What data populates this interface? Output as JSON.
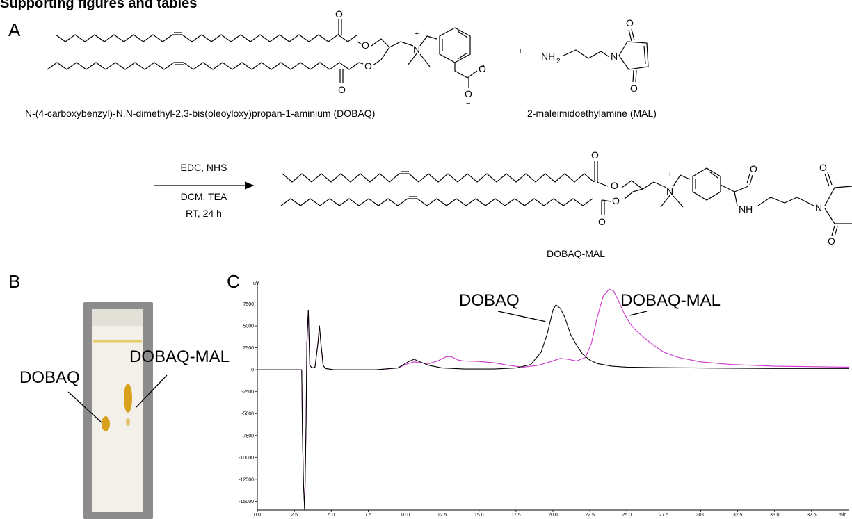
{
  "heading": "Supporting figures and tables",
  "panels": {
    "a": "A",
    "b": "B",
    "c": "C"
  },
  "scheme": {
    "reactant1_name": "N-(4-carboxybenzyl)-N,N-dimethyl-2,3-bis(oleoyloxy)propan-1-aminium (DOBAQ)",
    "reactant2_name": "2-maleimidoethylamine (MAL)",
    "plus": "+",
    "conditions": [
      "EDC, NHS",
      "DCM, TEA",
      "RT, 24 h"
    ],
    "product_name": "DOBAQ-MAL",
    "atoms": {
      "O": "O",
      "N": "N",
      "NH": "NH",
      "NH2": "NH",
      "sub2": "2",
      "plus": "+",
      "minus": "−"
    }
  },
  "tlc": {
    "labels": [
      "DOBAQ",
      "DOBAQ-MAL"
    ],
    "spot_color": "#d8a21c",
    "plate_color": "#f2f0e9",
    "frame_color": "#8c8c8c"
  },
  "chromatogram": {
    "y_unit": "uV",
    "x_unit": "min",
    "labels": [
      "DOBAQ",
      "DOBAQ-MAL"
    ],
    "colors": {
      "black_trace": "#000000",
      "magenta_trace": "#cc33cc",
      "axis": "#000000"
    }
  },
  "chart_data": {
    "type": "line",
    "xlim": [
      0,
      40
    ],
    "ylim": [
      -16000,
      10000
    ],
    "x_ticks": [
      0,
      2.5,
      5,
      7.5,
      10,
      12.5,
      15,
      17.5,
      20,
      22.5,
      25,
      27.5,
      30,
      32.5,
      35,
      37.5
    ],
    "x_tick_labels": [
      "0.0",
      "2.5",
      "5.0",
      "7.5",
      "10.0",
      "12.5",
      "15.0",
      "17.5",
      "20.0",
      "22.5",
      "25.0",
      "27.5",
      "30.0",
      "32.5",
      "35.0",
      "37.5"
    ],
    "y_ticks": [
      7500,
      5000,
      2500,
      0,
      -2500,
      -5000,
      -7500,
      -10000,
      -12500,
      -15000
    ],
    "y_tick_labels": [
      "7500",
      "5000",
      "2500",
      "0",
      "-2500",
      "-5000",
      "-7500",
      "-10000",
      "-12500",
      "-15000"
    ],
    "series": [
      {
        "name": "DOBAQ",
        "color": "#000000",
        "x": [
          0,
          3.0,
          3.05,
          3.12,
          3.2,
          3.3,
          3.35,
          3.45,
          3.55,
          3.7,
          3.9,
          4.1,
          4.2,
          4.3,
          4.45,
          4.6,
          4.8,
          5.2,
          6,
          8,
          9.5,
          10.2,
          10.6,
          11.0,
          11.6,
          12.5,
          14,
          16,
          17.5,
          18.5,
          19.2,
          19.6,
          20.0,
          20.2,
          20.5,
          20.8,
          21.2,
          21.6,
          22.0,
          22.5,
          23,
          24,
          25,
          27,
          30,
          35,
          40
        ],
        "y": [
          0,
          0,
          -7000,
          -13000,
          -16000,
          -6000,
          3000,
          6800,
          500,
          200,
          300,
          3000,
          5000,
          3000,
          500,
          150,
          100,
          0,
          0,
          0,
          200,
          900,
          1200,
          900,
          500,
          200,
          80,
          80,
          200,
          600,
          2000,
          4000,
          6800,
          7400,
          7000,
          6000,
          4000,
          2800,
          1800,
          1100,
          700,
          400,
          300,
          250,
          200,
          150,
          150
        ]
      },
      {
        "name": "DOBAQ-MAL",
        "color": "#cc33cc",
        "x": [
          0,
          3.0,
          3.05,
          3.12,
          3.2,
          3.3,
          3.35,
          3.45,
          3.55,
          3.7,
          3.9,
          4.1,
          4.2,
          4.3,
          4.45,
          4.6,
          4.8,
          5.2,
          6,
          8,
          9.5,
          10.2,
          10.6,
          11.0,
          11.6,
          12.2,
          12.8,
          13.1,
          13.6,
          14,
          15,
          16,
          17,
          18,
          19,
          19.8,
          20.5,
          21.0,
          21.6,
          22.2,
          22.6,
          23.0,
          23.4,
          23.8,
          24.1,
          24.4,
          24.8,
          25.2,
          25.6,
          26.2,
          26.8,
          27.5,
          28.5,
          30,
          32,
          35,
          40
        ],
        "y": [
          0,
          0,
          -7000,
          -13000,
          -16000,
          -6000,
          3000,
          6800,
          500,
          200,
          300,
          3000,
          5000,
          3000,
          500,
          150,
          100,
          0,
          0,
          0,
          200,
          700,
          900,
          800,
          700,
          1000,
          1500,
          1500,
          1100,
          1000,
          950,
          800,
          500,
          300,
          500,
          900,
          1300,
          1200,
          1000,
          1400,
          3000,
          6000,
          8400,
          9200,
          9000,
          8000,
          6500,
          5300,
          4500,
          3600,
          2800,
          2000,
          1400,
          900,
          600,
          400,
          300
        ]
      }
    ],
    "annotations": [
      {
        "text": "DOBAQ",
        "target_x": 19.5,
        "target_y": 5500
      },
      {
        "text": "DOBAQ-MAL",
        "target_x": 25.2,
        "target_y": 6200
      }
    ]
  }
}
